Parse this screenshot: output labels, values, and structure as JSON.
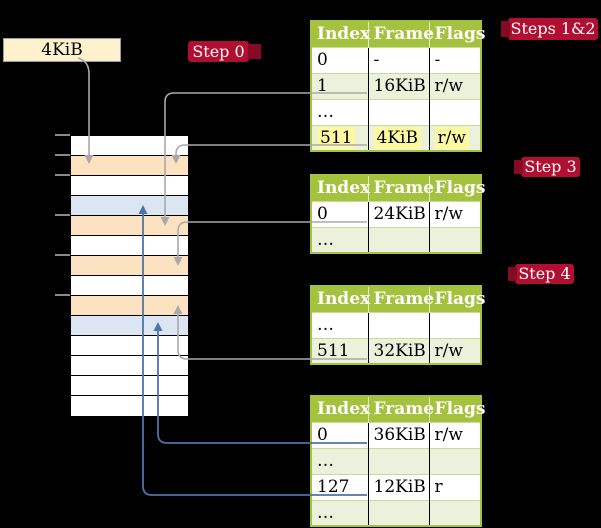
{
  "colors": {
    "background": "#000000",
    "table_header_green": "#a5c23e",
    "table_border_green": "#a5c23e",
    "table_row_green": "#ebf1da",
    "row_divider_green": "#c9db95",
    "highlight_yellow": "#fdf8a2",
    "badge_red": "#b00f31",
    "badge_red_dark": "#850b25",
    "frame_peach": "#fde2c2",
    "frame_blue": "#dce6f3",
    "label_cream": "#fcf0cd",
    "line_gray": "#a9a9a9",
    "line_blue": "#4e73a8"
  },
  "frame_box": {
    "label": "4KiB"
  },
  "badges": {
    "step0": {
      "label": "Step 0"
    },
    "steps12": {
      "label": "Steps 1&2"
    },
    "step3": {
      "label": "Step 3"
    },
    "step4": {
      "label": "Step 4"
    }
  },
  "memory": {
    "cells": [
      "white",
      "peach",
      "white",
      "blue",
      "peach",
      "white",
      "peach",
      "white",
      "peach",
      "blue",
      "white",
      "white",
      "white",
      "white"
    ]
  },
  "tables": [
    {
      "name": "page-table-steps-1-2",
      "headers": [
        "Index",
        "Frame",
        "Flags"
      ],
      "rows": [
        {
          "cells": [
            "0",
            "-",
            "-"
          ],
          "shaded": false,
          "highlighted": false
        },
        {
          "cells": [
            "1",
            "16KiB",
            "r/w"
          ],
          "shaded": true,
          "highlighted": false
        },
        {
          "cells": [
            "…",
            "",
            ""
          ],
          "shaded": false,
          "highlighted": false
        },
        {
          "cells": [
            "511",
            "4KiB",
            "r/w"
          ],
          "shaded": true,
          "highlighted": true
        }
      ]
    },
    {
      "name": "page-table-step-3",
      "headers": [
        "Index",
        "Frame",
        "Flags"
      ],
      "rows": [
        {
          "cells": [
            "0",
            "24KiB",
            "r/w"
          ],
          "shaded": false,
          "highlighted": false
        },
        {
          "cells": [
            "…",
            "",
            ""
          ],
          "shaded": true,
          "highlighted": false
        }
      ]
    },
    {
      "name": "page-table-step-4",
      "headers": [
        "Index",
        "Frame",
        "Flags"
      ],
      "rows": [
        {
          "cells": [
            "…",
            "",
            ""
          ],
          "shaded": false,
          "highlighted": false
        },
        {
          "cells": [
            "511",
            "32KiB",
            "r/w"
          ],
          "shaded": true,
          "highlighted": false
        }
      ]
    },
    {
      "name": "page-table-last-level",
      "headers": [
        "Index",
        "Frame",
        "Flags"
      ],
      "rows": [
        {
          "cells": [
            "0",
            "36KiB",
            "r/w"
          ],
          "shaded": false,
          "highlighted": false
        },
        {
          "cells": [
            "…",
            "",
            ""
          ],
          "shaded": true,
          "highlighted": false
        },
        {
          "cells": [
            "127",
            "12KiB",
            "r"
          ],
          "shaded": false,
          "highlighted": false
        },
        {
          "cells": [
            "…",
            "",
            ""
          ],
          "shaded": true,
          "highlighted": false
        }
      ]
    }
  ]
}
